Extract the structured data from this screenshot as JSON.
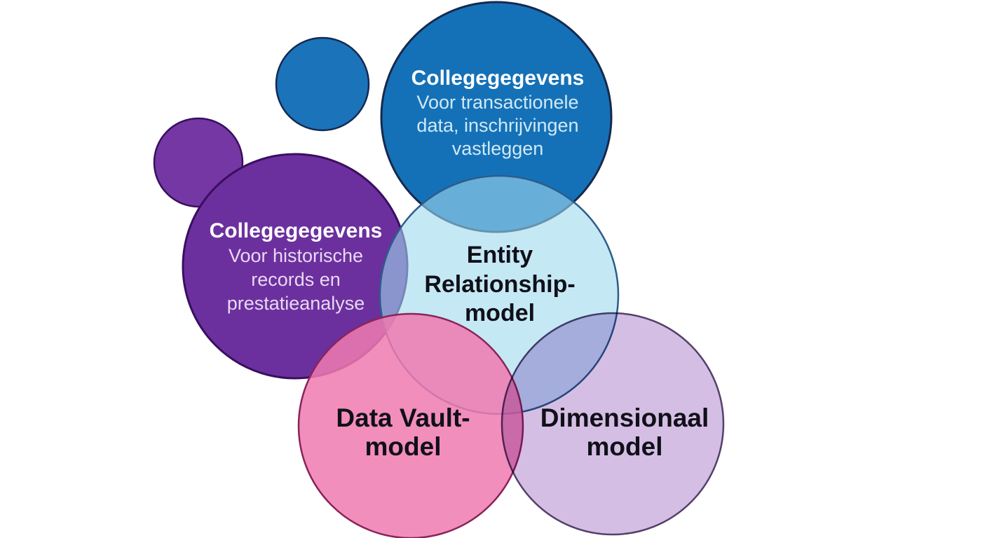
{
  "diagram": {
    "background_color": "#ffffff",
    "circles": {
      "smallBlue": {
        "color": "#1b73b9"
      },
      "smallPurple": {
        "color": "#7437a3"
      },
      "blue": {
        "title": "Collegegegevens",
        "line1": "Voor transactionele",
        "line2": "data, inschrijvingen",
        "line3": "vastleggen",
        "color": "#1571b7"
      },
      "purple": {
        "title": "Collegegegevens",
        "line1": "Voor historische",
        "line2": "records en",
        "line3": "prestatieanalyse",
        "color": "#6b309e"
      },
      "lightblue": {
        "line1": "Entity",
        "line2": "Relationship-",
        "line3": "model",
        "color": "#9fd8ee"
      },
      "pink": {
        "line1": "Data Vault-",
        "line2": "model",
        "color": "#f07ab0"
      },
      "lavender": {
        "line1": "Dimensionaal",
        "line2": "model",
        "color": "#d5bee4"
      }
    }
  }
}
